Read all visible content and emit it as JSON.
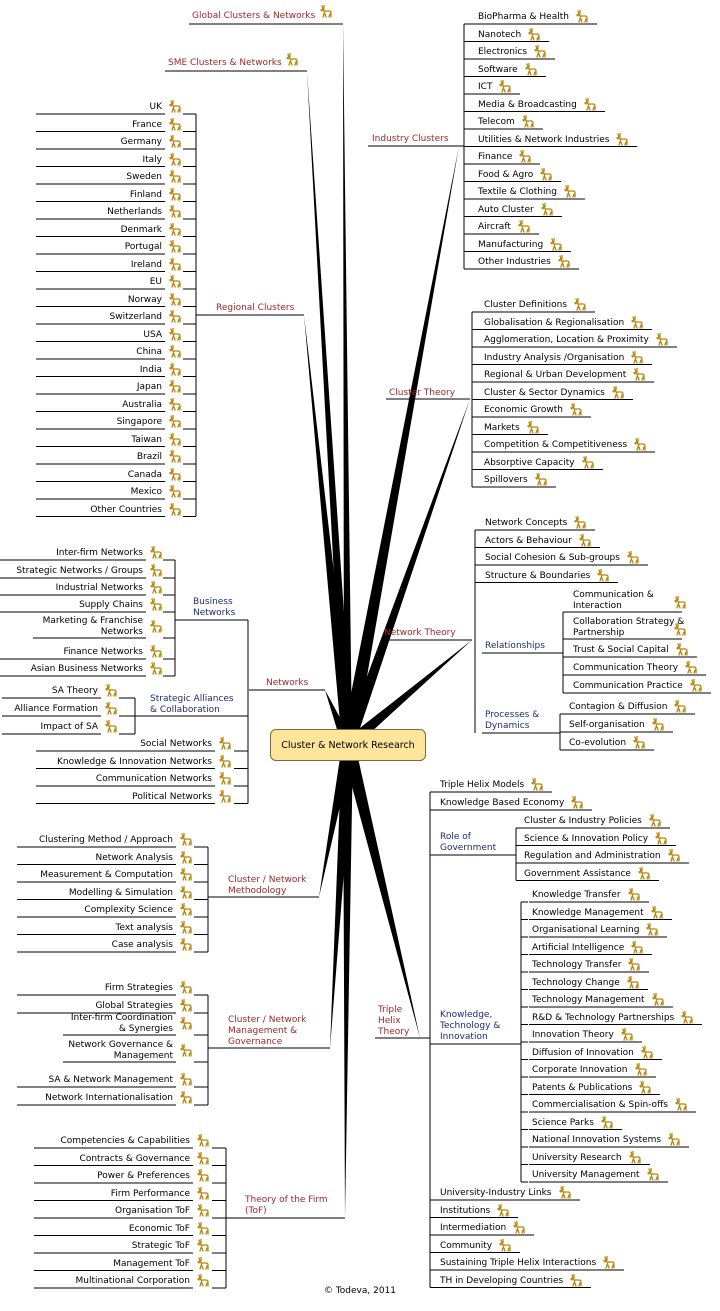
{
  "center": "Cluster & Network Research",
  "copyright": "© Todeva, 2011",
  "icon": "antelope-icon",
  "colors": {
    "main": "#a1262a",
    "sub": "#1e2a7a",
    "leaf": "#000000",
    "center_fill": "#fde69b",
    "icon": "#b8860b"
  },
  "right": [
    {
      "label": "Industry Clusters",
      "leaves": [
        "BioPharma & Health",
        "Nanotech",
        "Electronics",
        "Software",
        "ICT",
        "Media & Broadcasting",
        "Telecom",
        "Utilities & Network Industries",
        "Finance",
        "Food & Agro",
        "Textile & Clothing",
        "Auto Cluster",
        "Aircraft",
        "Manufacturing",
        "Other Industries"
      ]
    },
    {
      "label": "Cluster Theory",
      "leaves": [
        "Cluster Definitions",
        "Globalisation & Regionalisation",
        "Agglomeration, Location & Proximity",
        "Industry Analysis /Organisation",
        "Regional & Urban Development",
        "Cluster & Sector Dynamics",
        "Economic Growth",
        "Markets",
        "Competition & Competitiveness",
        "Absorptive Capacity",
        "Spillovers"
      ]
    },
    {
      "label": "Network Theory",
      "leaves": [
        "Network Concepts",
        "Actors & Behaviour",
        "Social Cohesion & Sub-groups",
        "Structure & Boundaries"
      ],
      "subs": [
        {
          "label": "Relationships",
          "leaves": [
            "Communication & Interaction",
            "Collaboration Strategy & Partnership",
            "Trust & Social Capital",
            "Communication Theory",
            "Communication Practice"
          ]
        },
        {
          "label": "Processes & Dynamics",
          "leaves": [
            "Contagion & Diffusion",
            "Self-organisation",
            "Co-evolution"
          ]
        }
      ]
    },
    {
      "label": "Triple Helix Theory",
      "leaves_top": [
        "Triple Helix Models",
        "Knowledge Based Economy"
      ],
      "subs": [
        {
          "label": "Role of Government",
          "leaves": [
            "Cluster & Industry Policies",
            "Science & Innovation Policy",
            "Regulation and Administration",
            "Government Assistance"
          ]
        },
        {
          "label": "Knowledge, Technology & Innovation",
          "leaves": [
            "Knowledge Transfer",
            "Knowledge Management",
            "Organisational Learning",
            "Artificial Intelligence",
            "Technology Transfer",
            "Technology Change",
            "Technology Management",
            "R&D & Technology Partnerships",
            "Innovation Theory",
            "Diffusion of Innovation",
            "Corporate Innovation",
            "Patents & Publications",
            "Commercialisation & Spin-offs",
            "Science Parks",
            "National Innovation Systems",
            "University  Research",
            "University Management"
          ]
        }
      ],
      "leaves_bottom": [
        "University-Industry Links",
        "Institutions",
        "Intermediation",
        "Community",
        "Sustaining Triple Helix Interactions",
        "TH in Developing Countries"
      ]
    }
  ],
  "left": [
    {
      "label": "Global Clusters & Networks"
    },
    {
      "label": "SME Clusters & Networks"
    },
    {
      "label": "Regional Clusters",
      "leaves": [
        "UK",
        "France",
        "Germany",
        "Italy",
        "Sweden",
        "Finland",
        "Netherlands",
        "Denmark",
        "Portugal",
        "Ireland",
        "EU",
        "Norway",
        "Switzerland",
        "USA",
        "China",
        "India",
        "Japan",
        "Australia",
        "Singapore",
        "Taiwan",
        "Brazil",
        "Canada",
        "Mexico",
        "Other Countries"
      ]
    },
    {
      "label": "Networks",
      "subs": [
        {
          "label": "Business Networks",
          "leaves": [
            "Inter-firm Networks",
            "Strategic Networks / Groups",
            "Industrial Networks",
            "Supply Chains",
            "Marketing & Franchise Networks",
            "Finance Networks",
            "Asian Business Networks"
          ]
        },
        {
          "label": "Strategic Alliances & Collaboration",
          "leaves": [
            "SA Theory",
            "Alliance Formation",
            "Impact of SA"
          ]
        }
      ],
      "leaves": [
        "Social Networks",
        "Knowledge & Innovation Networks",
        "Communication Networks",
        "Political Networks"
      ]
    },
    {
      "label": "Cluster / Network Methodology",
      "leaves": [
        "Clustering Method / Approach",
        "Network Analysis",
        "Measurement & Computation",
        "Modelling & Simulation",
        "Complexity Science",
        "Text analysis",
        "Case analysis"
      ]
    },
    {
      "label": "Cluster / Network Management & Governance",
      "leaves": [
        "Firm Strategies",
        "Global Strategies",
        "Inter-firm Coordination & Synergies",
        "Network Governance & Management",
        "SA & Network Management",
        "Network Internationalisation"
      ]
    },
    {
      "label": "Theory of the Firm (ToF)",
      "leaves": [
        "Competencies & Capabilities",
        "Contracts & Governance",
        "Power & Preferences",
        "Firm Performance",
        "Organisation ToF",
        "Economic ToF",
        "Strategic ToF",
        "Management ToF",
        "Multinational Corporation"
      ]
    }
  ]
}
